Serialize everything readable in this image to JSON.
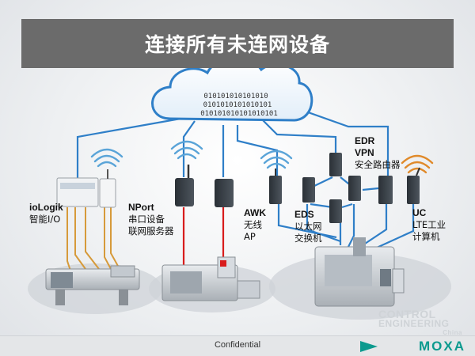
{
  "title": "连接所有未连网设备",
  "cloud_binary": [
    "010101010101010",
    "0101010101010101",
    "010101010101010101"
  ],
  "labels": {
    "iologik": {
      "name": "ioLogik",
      "desc": "智能I/O"
    },
    "nport": {
      "name": "NPort",
      "desc1": "串口设备",
      "desc2": "联网服务器"
    },
    "awk": {
      "name": "AWK",
      "desc1": "无线",
      "desc2": "AP"
    },
    "eds": {
      "name": "EDS",
      "desc1": "以太网",
      "desc2": "交换机"
    },
    "edr": {
      "name": "EDR",
      "desc1": "VPN",
      "desc2": "安全路由器"
    },
    "uc": {
      "name": "UC",
      "desc1": "LTE工业",
      "desc2": "计算机"
    }
  },
  "footer": {
    "confidential": "Confidential",
    "brand": "MOXA",
    "watermark": [
      "CONTROL",
      "ENGINEERING",
      "China"
    ]
  },
  "colors": {
    "banner": "#6b6b6b",
    "link_blue": "#2f7fc8",
    "serial_red": "#d81c1c",
    "io_orange": "#d69a3a",
    "wifi_blue": "#5aa4d8",
    "wifi_orange": "#e08a2a",
    "brand_teal": "#0c9a8e"
  }
}
